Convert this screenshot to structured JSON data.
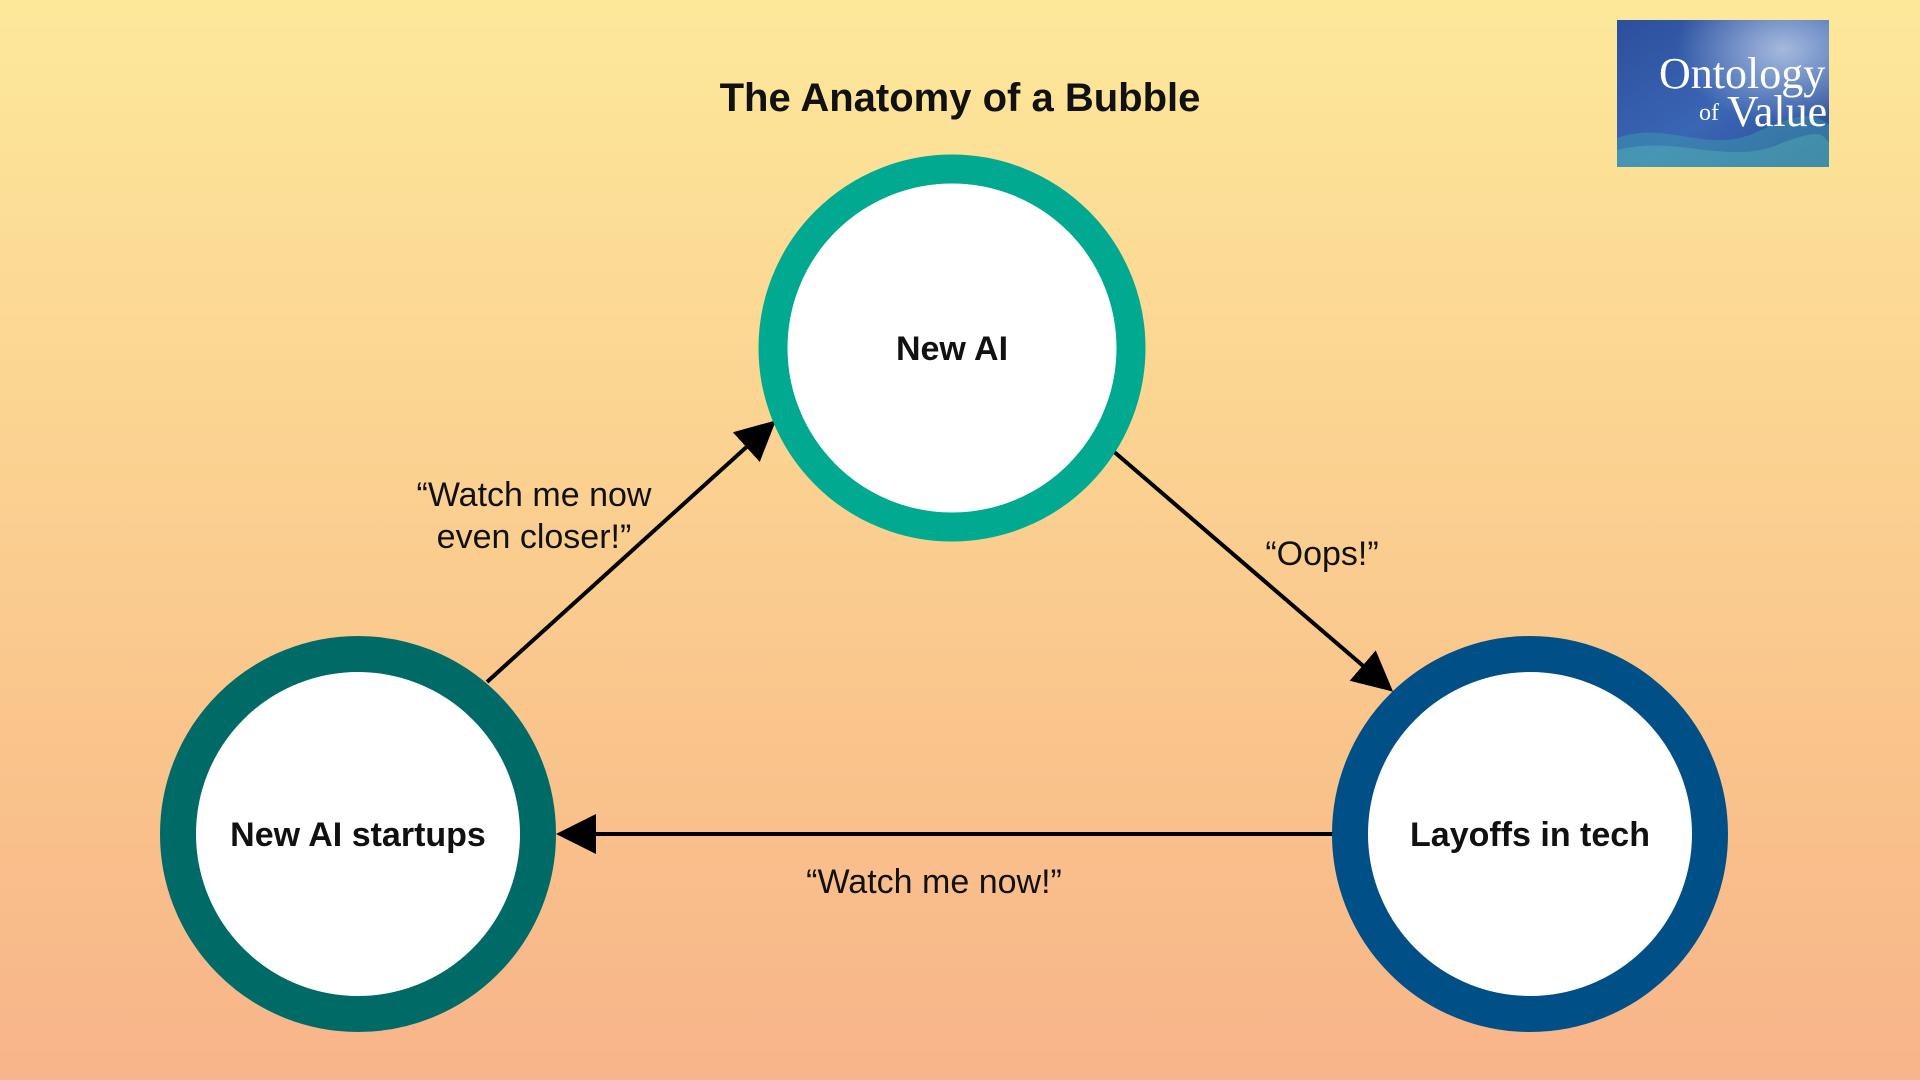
{
  "title": "The Anatomy of a Bubble",
  "logo": {
    "line1": "Ontology",
    "line2_prefix": "of",
    "line2": "Value"
  },
  "nodes": [
    {
      "id": "new-ai",
      "label": "New AI",
      "ring_color": "#00a98f"
    },
    {
      "id": "new-ai-startups",
      "label": "New AI startups",
      "ring_color": "#006b66"
    },
    {
      "id": "layoffs-in-tech",
      "label": "Layoffs in tech",
      "ring_color": "#014f87"
    }
  ],
  "edges": [
    {
      "from": "new-ai-startups",
      "to": "new-ai",
      "label_lines": [
        "“Watch me now",
        "even closer!”"
      ]
    },
    {
      "from": "new-ai",
      "to": "layoffs-in-tech",
      "label_lines": [
        "“Oops!”"
      ]
    },
    {
      "from": "layoffs-in-tech",
      "to": "new-ai-startups",
      "label_lines": [
        "“Watch me now!”"
      ]
    }
  ]
}
